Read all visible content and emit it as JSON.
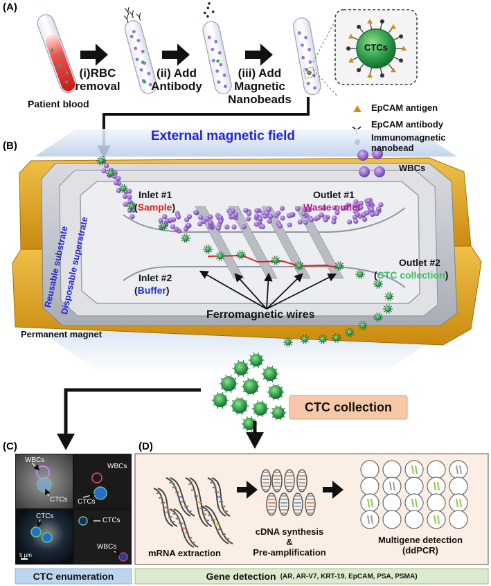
{
  "panels": {
    "a": "(A)",
    "b": "(B)",
    "c": "(C)",
    "d": "(D)"
  },
  "panel_a": {
    "patient_blood": "Patient blood",
    "step1": [
      "(i)RBC",
      "removal"
    ],
    "step2": [
      "(ii)  Add",
      "Antibody"
    ],
    "step3": [
      "(iii)  Add",
      "Magnetic",
      "Nanobeads"
    ],
    "ctc_bubble": "CTCs",
    "legend": {
      "antigen": "EpCAM antigen",
      "antibody": "EpCAM antibody",
      "nanobead": [
        "Immunomagnetic",
        "nanobead"
      ]
    }
  },
  "panel_b": {
    "field": "External magnetic field",
    "wbcs": "WBCs",
    "inlet1": "Inlet #1",
    "sample": "Sample",
    "outlet1": "Outlet #1",
    "waste": "Waste outlet",
    "inlet2": "Inlet #2",
    "buffer": "Buffer",
    "outlet2": "Outlet #2",
    "ctc_col": "CTC collection",
    "reusable": "Reusable substrate",
    "disposable": "Disposable superstrate",
    "wires": "Ferromagnetic wires",
    "magnet": "Permanent magnet",
    "collection": "CTC collection"
  },
  "panel_c": {
    "wbcs_1": "WBCs",
    "ctcs_1": "CTCs",
    "wbcs_2": "WBCs",
    "ctcs_2": "CTCs",
    "ctcs_3": "CTCs",
    "ctcs_4": "CTCs",
    "wbcs_3": "WBCs",
    "scale": "5 μm",
    "caption": "CTC enumeration"
  },
  "panel_d": {
    "mrna": "mRNA extraction",
    "cdna": [
      "cDNA synthesis",
      "&",
      "Pre-amplification"
    ],
    "multigene": [
      "Multigene detection",
      "(ddPCR)"
    ],
    "caption_main": "Gene detection",
    "caption_sub": "(AR, AR-V7, KRT-19, EpCAM, PSA, PSMA)"
  },
  "colors": {
    "magnet": "#e6a92a",
    "chip": "#c9ccd1",
    "ctc": "#2f9b4a",
    "wbc": "#8a5bc4",
    "field_text": "#2424d6",
    "sample": "#e02020",
    "waste": "#b0208c",
    "buffer": "#1a2fd0",
    "ctc_text": "#38c060",
    "collection_box": "#f6c8a8",
    "enum_box": "#bcd6ee",
    "gene_box": "#dcebcf",
    "panel_d_bg": "#fbeee4"
  }
}
